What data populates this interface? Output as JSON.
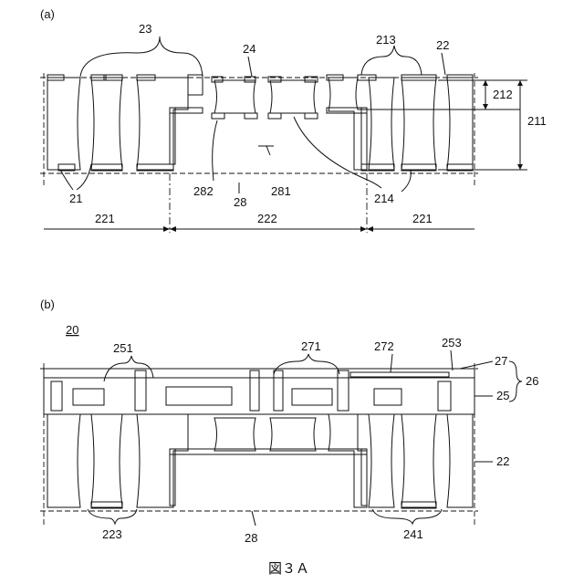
{
  "figure": {
    "caption": "図３Ａ",
    "panel_a": {
      "tag": "(a)",
      "labels": {
        "l23": "23",
        "l24": "24",
        "l213": "213",
        "l22": "22",
        "l212": "212",
        "l211": "211",
        "l21": "21",
        "l282": "282",
        "l28": "28",
        "l281": "281",
        "l214": "214",
        "l221_left": "221",
        "l222": "222",
        "l221_right": "221"
      }
    },
    "panel_b": {
      "tag": "(b)",
      "ref": "20",
      "labels": {
        "l251": "251",
        "l271": "271",
        "l272": "272",
        "l253": "253",
        "l27": "27",
        "l26": "26",
        "l25": "25",
        "l22": "22",
        "l223": "223",
        "l28": "28",
        "l241": "241"
      }
    }
  }
}
